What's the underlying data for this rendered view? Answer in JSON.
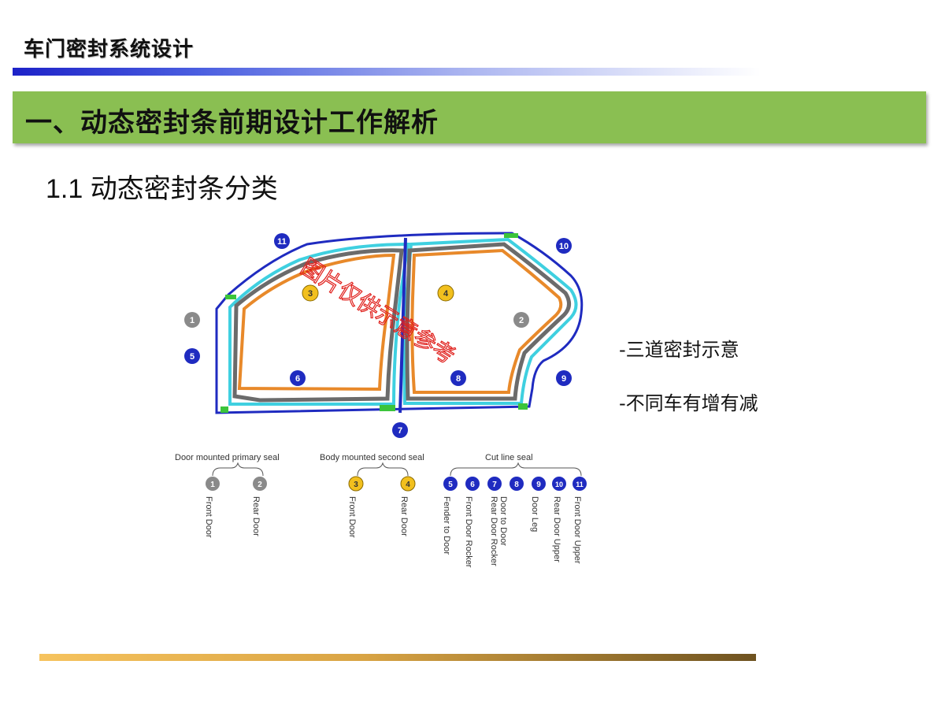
{
  "header": {
    "title": "车门密封系统设计",
    "section_title": "一、动态密封条前期设计工作解析",
    "sub_heading": "1.1 动态密封条分类"
  },
  "diagram": {
    "watermark": "图片仅供示意参考",
    "markers": [
      "1",
      "2",
      "3",
      "4",
      "5",
      "6",
      "7",
      "8",
      "9",
      "10",
      "11"
    ],
    "groups": [
      {
        "label": "Door mounted primary  seal",
        "items": [
          {
            "num": "1",
            "text": "Front Door"
          },
          {
            "num": "2",
            "text": "Rear Door"
          }
        ]
      },
      {
        "label": "Body mounted second  seal",
        "items": [
          {
            "num": "3",
            "text": "Front Door"
          },
          {
            "num": "4",
            "text": "Rear Door"
          }
        ]
      },
      {
        "label": "Cut line seal",
        "items": [
          {
            "num": "5",
            "text": "Fender to Door"
          },
          {
            "num": "6",
            "text": "Front Door Rocker"
          },
          {
            "num": "7",
            "text": "Door to Door",
            "text2": "Rear Door Rocker"
          },
          {
            "num": "8",
            "text": "Door Leg"
          },
          {
            "num": "9",
            "text": "Rear Door Upper"
          },
          {
            "num": "10",
            "text": "Front Door Upper"
          }
        ]
      }
    ],
    "last_marker": "11"
  },
  "notes": [
    "-三道密封示意",
    "-不同车有增有减"
  ],
  "colors": {
    "section_bar": "#8abf52",
    "marker_blue": "#1f2bc0",
    "marker_gray": "#8a8a8a",
    "marker_yellow": "#f2c01e",
    "seal_orange": "#e8892a",
    "seal_gray": "#6b6b6b",
    "seal_cyan": "#3fd0e0",
    "watermark": "#e0201c"
  }
}
